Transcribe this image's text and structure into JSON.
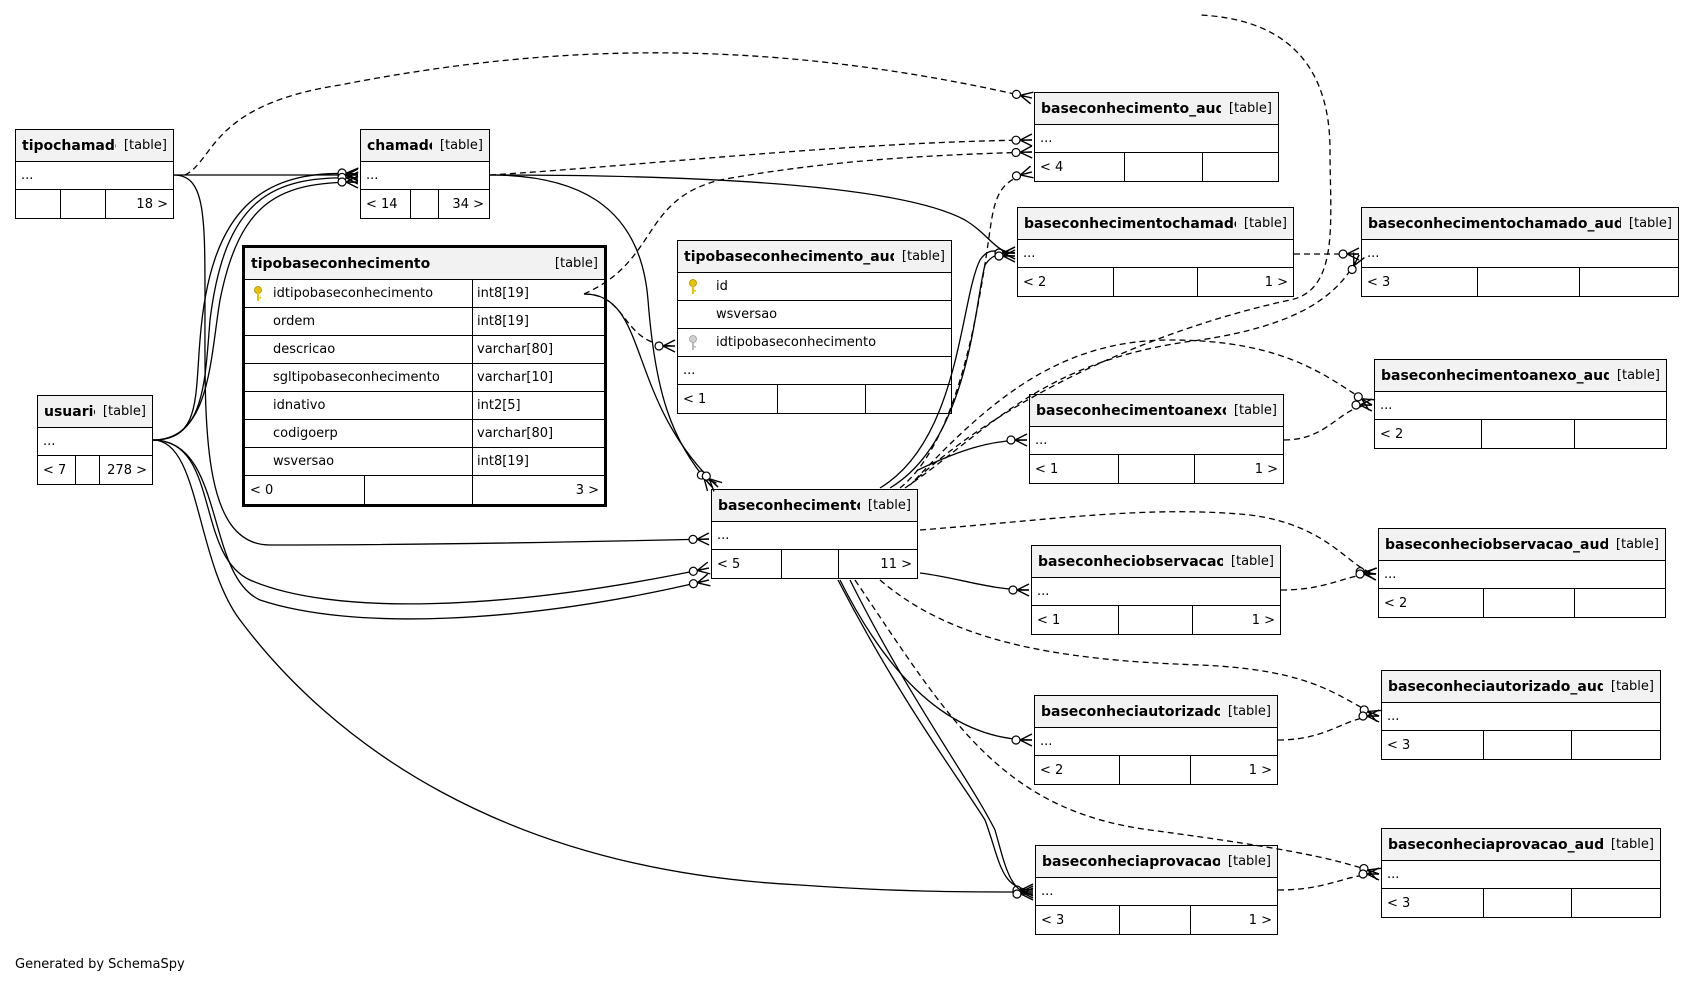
{
  "credit": "Generated by SchemaSpy",
  "tables": {
    "tipochamado": {
      "name": "tipochamado",
      "tag": "[table]",
      "row": "...",
      "foot": [
        "",
        "",
        "18 >"
      ]
    },
    "chamado": {
      "name": "chamado",
      "tag": "[table]",
      "row": "...",
      "foot": [
        "< 14",
        "",
        "34 >"
      ]
    },
    "usuario": {
      "name": "usuario",
      "tag": "[table]",
      "row": "...",
      "foot": [
        "< 7",
        "",
        "278 >"
      ]
    },
    "tipobaseconhecimento": {
      "name": "tipobaseconhecimento",
      "tag": "[table]",
      "columns": [
        {
          "name": "idtipobaseconhecimento",
          "type": "int8[19]",
          "key": "primary"
        },
        {
          "name": "ordem",
          "type": "int8[19]"
        },
        {
          "name": "descricao",
          "type": "varchar[80]"
        },
        {
          "name": "sgltipobaseconhecimento",
          "type": "varchar[10]"
        },
        {
          "name": "idnativo",
          "type": "int2[5]"
        },
        {
          "name": "codigoerp",
          "type": "varchar[80]"
        },
        {
          "name": "wsversao",
          "type": "int8[19]"
        }
      ],
      "foot": [
        "< 0",
        "",
        "3 >"
      ]
    },
    "tipobaseconhecimento_aud": {
      "name": "tipobaseconhecimento_aud",
      "tag": "[table]",
      "columns": [
        {
          "name": "id",
          "key": "primary"
        },
        {
          "name": "wsversao"
        },
        {
          "name": "idtipobaseconhecimento",
          "key": "foreign"
        }
      ],
      "row": "...",
      "foot": [
        "< 1",
        "",
        ""
      ]
    },
    "baseconhecimento": {
      "name": "baseconhecimento",
      "tag": "[table]",
      "row": "...",
      "foot": [
        "< 5",
        "",
        "11 >"
      ]
    },
    "baseconhecimento_aud": {
      "name": "baseconhecimento_aud",
      "tag": "[table]",
      "row": "...",
      "foot": [
        "< 4",
        "",
        ""
      ]
    },
    "baseconhecimentochamado": {
      "name": "baseconhecimentochamado",
      "tag": "[table]",
      "row": "...",
      "foot": [
        "< 2",
        "",
        "1 >"
      ]
    },
    "baseconhecimentochamado_aud": {
      "name": "baseconhecimentochamado_aud",
      "tag": "[table]",
      "row": "...",
      "foot": [
        "< 3",
        "",
        ""
      ]
    },
    "baseconhecimentoanexo": {
      "name": "baseconhecimentoanexo",
      "tag": "[table]",
      "row": "...",
      "foot": [
        "< 1",
        "",
        "1 >"
      ]
    },
    "baseconhecimentoanexo_aud": {
      "name": "baseconhecimentoanexo_aud",
      "tag": "[table]",
      "row": "...",
      "foot": [
        "< 2",
        "",
        ""
      ]
    },
    "baseconheciobservacao": {
      "name": "baseconheciobservacao",
      "tag": "[table]",
      "row": "...",
      "foot": [
        "< 1",
        "",
        "1 >"
      ]
    },
    "baseconheciobservacao_aud": {
      "name": "baseconheciobservacao_aud",
      "tag": "[table]",
      "row": "...",
      "foot": [
        "< 2",
        "",
        ""
      ]
    },
    "baseconheciautorizado": {
      "name": "baseconheciautorizado",
      "tag": "[table]",
      "row": "...",
      "foot": [
        "< 2",
        "",
        "1 >"
      ]
    },
    "baseconheciautorizado_aud": {
      "name": "baseconheciautorizado_aud",
      "tag": "[table]",
      "row": "...",
      "foot": [
        "< 3",
        "",
        ""
      ]
    },
    "baseconheciaprovacao": {
      "name": "baseconheciaprovacao",
      "tag": "[table]",
      "row": "...",
      "foot": [
        "< 3",
        "",
        "1 >"
      ]
    },
    "baseconheciaprovacao_aud": {
      "name": "baseconheciaprovacao_aud",
      "tag": "[table]",
      "row": "...",
      "foot": [
        "< 3",
        "",
        ""
      ]
    }
  },
  "relationships": [
    {
      "from": "tipochamado",
      "to": "chamado",
      "style": "solid"
    },
    {
      "from": "tipochamado",
      "to": "baseconhecimento",
      "style": "solid"
    },
    {
      "from": "tipochamado",
      "to": "baseconhecimento_aud",
      "style": "dashed"
    },
    {
      "from": "usuario",
      "to": "chamado",
      "style": "solid"
    },
    {
      "from": "usuario",
      "to": "baseconhecimento",
      "style": "solid"
    },
    {
      "from": "usuario",
      "to": "baseconheciaprovacao",
      "style": "solid"
    },
    {
      "from": "chamado",
      "to": "baseconhecimento",
      "style": "solid"
    },
    {
      "from": "chamado",
      "to": "baseconhecimentochamado",
      "style": "solid"
    },
    {
      "from": "chamado",
      "to": "baseconhecimento_aud",
      "style": "dashed"
    },
    {
      "from": "tipobaseconhecimento",
      "to": "tipobaseconhecimento_aud",
      "style": "dashed"
    },
    {
      "from": "tipobaseconhecimento",
      "to": "baseconhecimento",
      "style": "solid"
    },
    {
      "from": "tipobaseconhecimento",
      "to": "baseconhecimento_aud",
      "style": "dashed"
    },
    {
      "from": "baseconhecimento",
      "to": "baseconhecimento_aud",
      "style": "dashed"
    },
    {
      "from": "baseconhecimento",
      "to": "baseconhecimentochamado",
      "style": "solid"
    },
    {
      "from": "baseconhecimento",
      "to": "baseconhecimentochamado_aud",
      "style": "dashed"
    },
    {
      "from": "baseconhecimentochamado",
      "to": "baseconhecimentochamado_aud",
      "style": "dashed"
    },
    {
      "from": "baseconhecimento",
      "to": "baseconhecimentoanexo",
      "style": "solid"
    },
    {
      "from": "baseconhecimento",
      "to": "baseconhecimentoanexo_aud",
      "style": "dashed"
    },
    {
      "from": "baseconhecimentoanexo",
      "to": "baseconhecimentoanexo_aud",
      "style": "dashed"
    },
    {
      "from": "baseconhecimento",
      "to": "baseconheciobservacao",
      "style": "solid"
    },
    {
      "from": "baseconhecimento",
      "to": "baseconheciobservacao_aud",
      "style": "dashed"
    },
    {
      "from": "baseconheciobservacao",
      "to": "baseconheciobservacao_aud",
      "style": "dashed"
    },
    {
      "from": "baseconhecimento",
      "to": "baseconheciautorizado",
      "style": "solid"
    },
    {
      "from": "baseconhecimento",
      "to": "baseconheciautorizado_aud",
      "style": "dashed"
    },
    {
      "from": "baseconheciautorizado",
      "to": "baseconheciautorizado_aud",
      "style": "dashed"
    },
    {
      "from": "baseconhecimento",
      "to": "baseconheciaprovacao",
      "style": "solid"
    },
    {
      "from": "baseconhecimento",
      "to": "baseconheciaprovacao_aud",
      "style": "dashed"
    },
    {
      "from": "baseconheciaprovacao",
      "to": "baseconheciaprovacao_aud",
      "style": "dashed"
    }
  ],
  "colors": {
    "line": "#000000",
    "header": "#f2f2f2",
    "primary_key": "#e8c400",
    "foreign_key": "#b8b8b8"
  }
}
